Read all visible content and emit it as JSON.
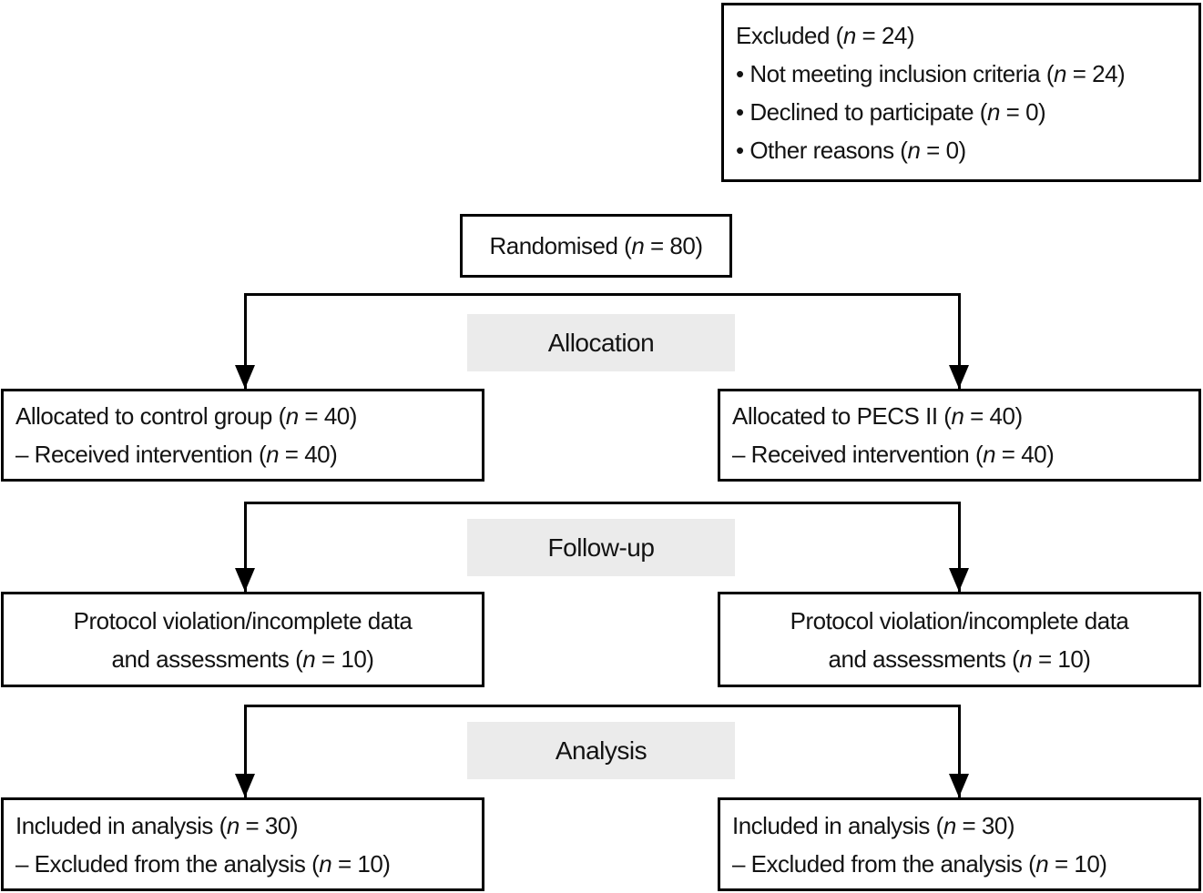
{
  "colors": {
    "line": "#000000",
    "text": "#131313",
    "section_label_bg": "#ebebeb",
    "background": "#ffffff"
  },
  "excluded": {
    "title": "Excluded (n = 24)",
    "items": [
      "• Not meeting inclusion criteria (n = 24)",
      "• Declined to participate (n = 0)",
      "• Other reasons (n = 0)"
    ]
  },
  "randomised": {
    "text": "Randomised (n = 80)"
  },
  "sections": {
    "allocation": {
      "label": "Allocation",
      "left": {
        "lines": [
          "Allocated to control group (n = 40)",
          "– Received intervention (n = 40)"
        ]
      },
      "right": {
        "lines": [
          "Allocated to PECS II (n = 40)",
          "– Received intervention (n = 40)"
        ]
      }
    },
    "followup": {
      "label": "Follow-up",
      "left": {
        "lines": [
          "Protocol violation/incomplete data",
          "and assessments (n = 10)"
        ]
      },
      "right": {
        "lines": [
          "Protocol violation/incomplete data",
          "and assessments (n = 10)"
        ]
      }
    },
    "analysis": {
      "label": "Analysis",
      "left": {
        "lines": [
          "Included in analysis (n = 30)",
          "– Excluded from the analysis (n = 10)"
        ]
      },
      "right": {
        "lines": [
          "Included in analysis (n = 30)",
          "– Excluded from the analysis (n = 10)"
        ]
      }
    }
  }
}
